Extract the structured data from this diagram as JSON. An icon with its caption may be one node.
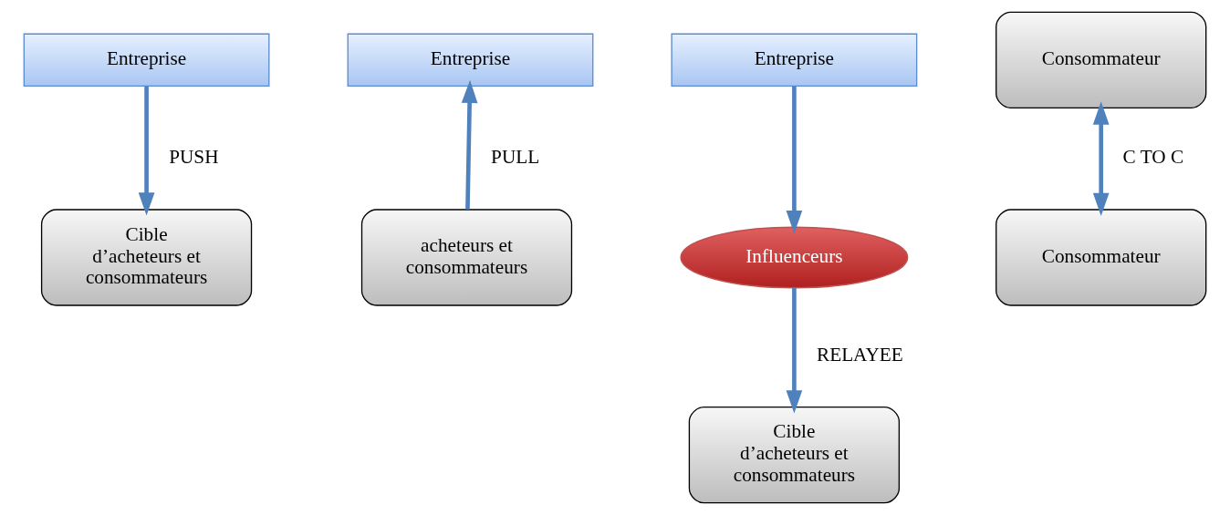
{
  "diagram": {
    "nodes": [
      {
        "text": [
          "Entreprise"
        ]
      },
      {
        "text": [
          "Cible d’acheteurs et consommateurs"
        ]
      },
      {
        "text": [
          "Entreprise"
        ]
      },
      {
        "text": [
          "acheteurs et consommateurs"
        ]
      },
      {
        "text": [
          "Entreprise"
        ]
      },
      {
        "text": [
          "Influenceurs"
        ]
      },
      {
        "text": [
          "Cible d’acheteurs et consommateurs"
        ]
      },
      {
        "text": [
          "Consommateur"
        ]
      },
      {
        "text": [
          "Consommateur"
        ]
      }
    ],
    "edges": [
      {
        "from": 0,
        "to": 1,
        "arrow": "to",
        "label": "PUSH"
      },
      {
        "from": 3,
        "to": 2,
        "arrow": "to",
        "label": "PULL"
      },
      {
        "from": 4,
        "to": 5,
        "arrow": "to"
      },
      {
        "from": 5,
        "to": 6,
        "arrow": "to",
        "label": "RELAYEE"
      },
      {
        "from": 7,
        "to": 8,
        "arrow": "both",
        "label": "C TO C"
      }
    ]
  }
}
